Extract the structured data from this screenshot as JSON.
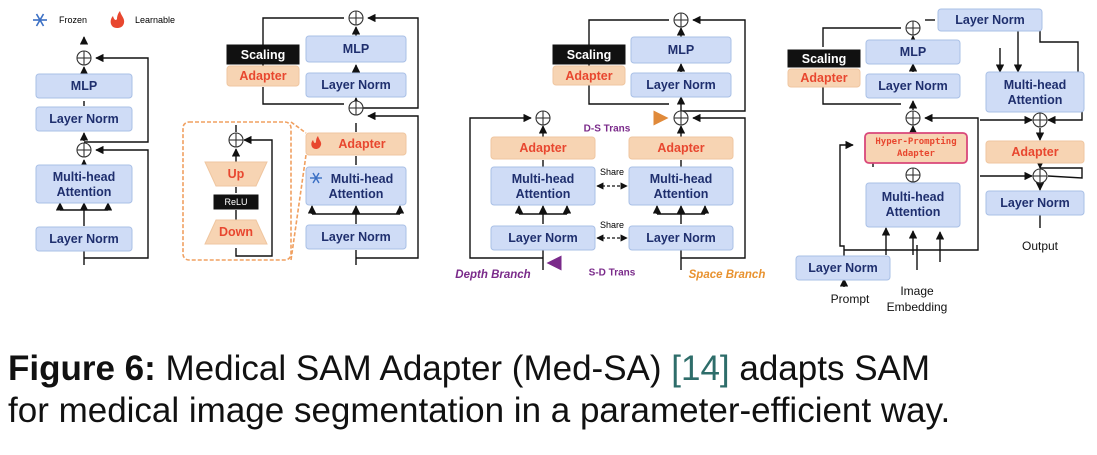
{
  "legend": {
    "frozen": "Frozen",
    "learnable": "Learnable"
  },
  "panel1": {
    "mlp": "MLP",
    "norm_top": "Layer Norm",
    "mha": "Multi-head\nAttention",
    "norm_bottom": "Layer Norm"
  },
  "panel2": {
    "scaling": "Scaling",
    "adapter_top": "Adapter",
    "mlp": "MLP",
    "norm_top": "Layer Norm",
    "adapter_mid": "Adapter",
    "mha": "Multi-head\nAttention",
    "norm_bottom": "Layer Norm",
    "detail_up": "Up",
    "detail_relu": "ReLU",
    "detail_down": "Down"
  },
  "panel3": {
    "scaling": "Scaling",
    "adapter_top": "Adapter",
    "mlp": "MLP",
    "norm_top": "Layer Norm",
    "ds_trans": "D-S Trans",
    "sd_trans": "S-D Trans",
    "adapter_left": "Adapter",
    "adapter_right": "Adapter",
    "mha_left": "Multi-head\nAttention",
    "mha_right": "Multi-head\nAttention",
    "norm_left": "Layer Norm",
    "norm_right": "Layer Norm",
    "share_top": "Share",
    "share_bottom": "Share",
    "depth_branch": "Depth Branch",
    "space_branch": "Space Branch"
  },
  "panel4": {
    "norm_top": "Layer Norm",
    "scaling": "Scaling",
    "adapter_top": "Adapter",
    "mlp": "MLP",
    "norm_mid": "Layer Norm",
    "mha_right": "Multi-head\nAttention",
    "hyper": "Hyper-Prompting\nAdapter",
    "adapter_right": "Adapter",
    "mha_left": "Multi-head\nAttention",
    "norm_right": "Layer Norm",
    "output": "Output",
    "norm_bottom": "Layer Norm",
    "prompt": "Prompt",
    "image_embedding": "Image\nEmbedding"
  },
  "caption": {
    "label": "Figure 6:",
    "text_before_ref": " Medical SAM Adapter (Med-SA) ",
    "ref": "[14]",
    "text_after_ref_line1": " adapts SAM",
    "line2": "for medical image segmentation in a parameter-efficient way."
  },
  "colors": {
    "block_blue": "#cfdcf6",
    "adapter_peach": "#f7d4b3",
    "adapter_text": "#e8472f",
    "block_text": "#1f2f6e",
    "detail_border": "#f0a060",
    "hyper_border": "#d9477a",
    "ds_arrow": "#e08a3a",
    "sd_arrow": "#7a2a8a",
    "space_branch": "#e8922f"
  }
}
